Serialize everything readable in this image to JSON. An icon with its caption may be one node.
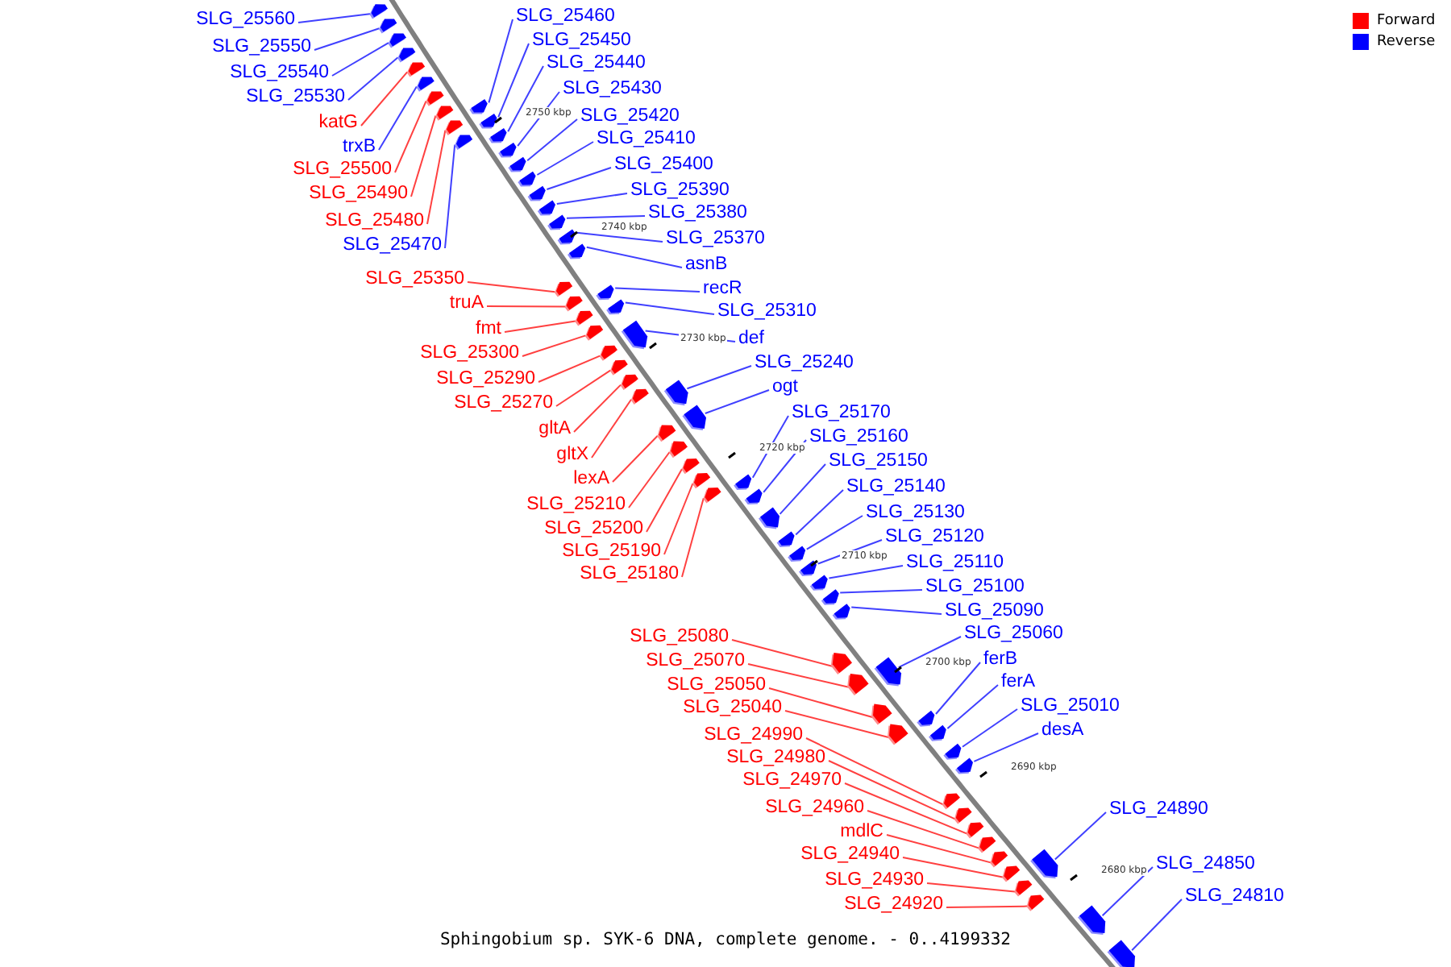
{
  "diagram": {
    "caption": "Sphingobium sp. SYK-6 DNA, complete genome. - 0..4199332",
    "nodes": [
      {
        "text": [
          "SLG_25560"
        ]
      },
      {
        "text": [
          "SLG_25550"
        ]
      },
      {
        "text": [
          "SLG_25540"
        ]
      },
      {
        "text": [
          "SLG_25530"
        ]
      },
      {
        "text": [
          "katG"
        ]
      },
      {
        "text": [
          "trxB"
        ]
      },
      {
        "text": [
          "SLG_25500"
        ]
      },
      {
        "text": [
          "SLG_25490"
        ]
      },
      {
        "text": [
          "SLG_25480"
        ]
      },
      {
        "text": [
          "SLG_25470"
        ]
      },
      {
        "text": [
          "SLG_25350"
        ]
      },
      {
        "text": [
          "truA"
        ]
      },
      {
        "text": [
          "fmt"
        ]
      },
      {
        "text": [
          "SLG_25300"
        ]
      },
      {
        "text": [
          "SLG_25290"
        ]
      },
      {
        "text": [
          "SLG_25270"
        ]
      },
      {
        "text": [
          "gltA"
        ]
      },
      {
        "text": [
          "gltX"
        ]
      },
      {
        "text": [
          "lexA"
        ]
      },
      {
        "text": [
          "SLG_25210"
        ]
      },
      {
        "text": [
          "SLG_25200"
        ]
      },
      {
        "text": [
          "SLG_25190"
        ]
      },
      {
        "text": [
          "SLG_25180"
        ]
      },
      {
        "text": [
          "SLG_25080"
        ]
      },
      {
        "text": [
          "SLG_25070"
        ]
      },
      {
        "text": [
          "SLG_25050"
        ]
      },
      {
        "text": [
          "SLG_25040"
        ]
      },
      {
        "text": [
          "SLG_24990"
        ]
      },
      {
        "text": [
          "SLG_24980"
        ]
      },
      {
        "text": [
          "SLG_24970"
        ]
      },
      {
        "text": [
          "SLG_24960"
        ]
      },
      {
        "text": [
          "mdlC"
        ]
      },
      {
        "text": [
          "SLG_24940"
        ]
      },
      {
        "text": [
          "SLG_24930"
        ]
      },
      {
        "text": [
          "SLG_24920"
        ]
      },
      {
        "text": [
          "SLG_25460"
        ]
      },
      {
        "text": [
          "SLG_25450"
        ]
      },
      {
        "text": [
          "SLG_25440"
        ]
      },
      {
        "text": [
          "SLG_25430"
        ]
      },
      {
        "text": [
          "SLG_25420"
        ]
      },
      {
        "text": [
          "SLG_25410"
        ]
      },
      {
        "text": [
          "SLG_25400"
        ]
      },
      {
        "text": [
          "SLG_25390"
        ]
      },
      {
        "text": [
          "SLG_25380"
        ]
      },
      {
        "text": [
          "SLG_25370"
        ]
      },
      {
        "text": [
          "asnB"
        ]
      },
      {
        "text": [
          "recR"
        ]
      },
      {
        "text": [
          "SLG_25310"
        ]
      },
      {
        "text": [
          "def"
        ]
      },
      {
        "text": [
          "SLG_25240"
        ]
      },
      {
        "text": [
          "ogt"
        ]
      },
      {
        "text": [
          "SLG_25170"
        ]
      },
      {
        "text": [
          "SLG_25160"
        ]
      },
      {
        "text": [
          "SLG_25150"
        ]
      },
      {
        "text": [
          "SLG_25140"
        ]
      },
      {
        "text": [
          "SLG_25130"
        ]
      },
      {
        "text": [
          "SLG_25120"
        ]
      },
      {
        "text": [
          "SLG_25110"
        ]
      },
      {
        "text": [
          "SLG_25100"
        ]
      },
      {
        "text": [
          "SLG_25090"
        ]
      },
      {
        "text": [
          "SLG_25060"
        ]
      },
      {
        "text": [
          "ferB"
        ]
      },
      {
        "text": [
          "ferA"
        ]
      },
      {
        "text": [
          "SLG_25010"
        ]
      },
      {
        "text": [
          "desA"
        ]
      },
      {
        "text": [
          "SLG_24890"
        ]
      },
      {
        "text": [
          "SLG_24850"
        ]
      },
      {
        "text": [
          "SLG_24810"
        ]
      },
      {
        "text": [],
        "shape": "box"
      },
      {
        "text": [],
        "shape": "box"
      },
      {
        "text": [],
        "shape": "box"
      },
      {
        "text": [],
        "shape": "box"
      },
      {
        "text": [],
        "shape": "box"
      },
      {
        "text": [],
        "shape": "box"
      },
      {
        "text": [],
        "shape": "box"
      },
      {
        "text": [],
        "shape": "box"
      },
      {
        "text": [],
        "shape": "box"
      },
      {
        "text": [],
        "shape": "box"
      },
      {
        "text": [],
        "shape": "box"
      },
      {
        "text": [],
        "shape": "box"
      },
      {
        "text": [],
        "shape": "box"
      },
      {
        "text": [],
        "shape": "box"
      },
      {
        "text": [],
        "shape": "box"
      },
      {
        "text": [],
        "shape": "box"
      },
      {
        "text": [],
        "shape": "box"
      },
      {
        "text": [],
        "shape": "box"
      },
      {
        "text": [],
        "shape": "box"
      },
      {
        "text": [],
        "shape": "box"
      },
      {
        "text": [],
        "shape": "box"
      },
      {
        "text": [],
        "shape": "box"
      },
      {
        "text": [],
        "shape": "box"
      },
      {
        "text": [],
        "shape": "box"
      },
      {
        "text": [],
        "shape": "box"
      },
      {
        "text": [],
        "shape": "box"
      },
      {
        "text": [],
        "shape": "box"
      },
      {
        "text": [],
        "shape": "box"
      },
      {
        "text": [],
        "shape": "box"
      },
      {
        "text": [],
        "shape": "box"
      },
      {
        "text": [],
        "shape": "box"
      },
      {
        "text": [],
        "shape": "box"
      },
      {
        "text": [],
        "shape": "box"
      },
      {
        "text": [],
        "shape": "box"
      },
      {
        "text": [],
        "shape": "box"
      },
      {
        "text": [],
        "shape": "box"
      },
      {
        "text": [],
        "shape": "box"
      },
      {
        "text": [],
        "shape": "box"
      },
      {
        "text": [],
        "shape": "box"
      },
      {
        "text": [],
        "shape": "box"
      },
      {
        "text": [],
        "shape": "box"
      },
      {
        "text": [],
        "shape": "box"
      },
      {
        "text": [],
        "shape": "box"
      },
      {
        "text": [],
        "shape": "box"
      },
      {
        "text": [],
        "shape": "box"
      },
      {
        "text": [],
        "shape": "box"
      },
      {
        "text": [],
        "shape": "box"
      },
      {
        "text": [],
        "shape": "box"
      },
      {
        "text": [],
        "shape": "box"
      },
      {
        "text": [],
        "shape": "box"
      },
      {
        "text": [],
        "shape": "box"
      },
      {
        "text": [],
        "shape": "box"
      },
      {
        "text": [],
        "shape": "box"
      },
      {
        "text": [],
        "shape": "box"
      },
      {
        "text": [],
        "shape": "box"
      },
      {
        "text": [],
        "shape": "box"
      },
      {
        "text": [],
        "shape": "box"
      },
      {
        "text": [],
        "shape": "box"
      },
      {
        "text": [],
        "shape": "box"
      },
      {
        "text": [],
        "shape": "box"
      },
      {
        "text": [],
        "shape": "box"
      },
      {
        "text": [],
        "shape": "box"
      },
      {
        "text": [],
        "shape": "box"
      },
      {
        "text": [],
        "shape": "box"
      },
      {
        "text": [],
        "shape": "box"
      },
      {
        "text": [],
        "shape": "box"
      },
      {
        "text": [],
        "shape": "box"
      },
      {
        "text": [],
        "shape": "box"
      }
    ],
    "edges": [
      {
        "from": 0,
        "to": 68,
        "arrow": "none",
        "color": "#0000ff"
      },
      {
        "from": 1,
        "to": 69,
        "arrow": "none",
        "color": "#0000ff"
      },
      {
        "from": 2,
        "to": 70,
        "arrow": "none",
        "color": "#0000ff"
      },
      {
        "from": 3,
        "to": 71,
        "arrow": "none",
        "color": "#0000ff"
      },
      {
        "from": 4,
        "to": 72,
        "arrow": "none",
        "color": "#ff0000"
      },
      {
        "from": 5,
        "to": 73,
        "arrow": "none",
        "color": "#0000ff"
      },
      {
        "from": 6,
        "to": 74,
        "arrow": "none",
        "color": "#ff0000"
      },
      {
        "from": 7,
        "to": 75,
        "arrow": "none",
        "color": "#ff0000"
      },
      {
        "from": 8,
        "to": 76,
        "arrow": "none",
        "color": "#ff0000"
      },
      {
        "from": 9,
        "to": 77,
        "arrow": "none",
        "color": "#0000ff"
      },
      {
        "from": 10,
        "to": 78,
        "arrow": "none",
        "color": "#ff0000"
      },
      {
        "from": 11,
        "to": 79,
        "arrow": "none",
        "color": "#ff0000"
      },
      {
        "from": 12,
        "to": 80,
        "arrow": "none",
        "color": "#ff0000"
      },
      {
        "from": 13,
        "to": 81,
        "arrow": "none",
        "color": "#ff0000"
      },
      {
        "from": 14,
        "to": 82,
        "arrow": "none",
        "color": "#ff0000"
      },
      {
        "from": 15,
        "to": 83,
        "arrow": "none",
        "color": "#ff0000"
      },
      {
        "from": 16,
        "to": 84,
        "arrow": "none",
        "color": "#ff0000"
      },
      {
        "from": 17,
        "to": 85,
        "arrow": "none",
        "color": "#ff0000"
      },
      {
        "from": 18,
        "to": 86,
        "arrow": "none",
        "color": "#ff0000"
      },
      {
        "from": 19,
        "to": 87,
        "arrow": "none",
        "color": "#ff0000"
      },
      {
        "from": 20,
        "to": 88,
        "arrow": "none",
        "color": "#ff0000"
      },
      {
        "from": 21,
        "to": 89,
        "arrow": "none",
        "color": "#ff0000"
      },
      {
        "from": 22,
        "to": 90,
        "arrow": "none",
        "color": "#ff0000"
      },
      {
        "from": 23,
        "to": 91,
        "arrow": "none",
        "color": "#ff0000"
      },
      {
        "from": 24,
        "to": 92,
        "arrow": "none",
        "color": "#ff0000"
      },
      {
        "from": 25,
        "to": 93,
        "arrow": "none",
        "color": "#ff0000"
      },
      {
        "from": 26,
        "to": 94,
        "arrow": "none",
        "color": "#ff0000"
      },
      {
        "from": 27,
        "to": 95,
        "arrow": "none",
        "color": "#ff0000"
      },
      {
        "from": 28,
        "to": 96,
        "arrow": "none",
        "color": "#ff0000"
      },
      {
        "from": 29,
        "to": 97,
        "arrow": "none",
        "color": "#ff0000"
      },
      {
        "from": 30,
        "to": 98,
        "arrow": "none",
        "color": "#ff0000"
      },
      {
        "from": 31,
        "to": 99,
        "arrow": "none",
        "color": "#ff0000"
      },
      {
        "from": 32,
        "to": 100,
        "arrow": "none",
        "color": "#ff0000"
      },
      {
        "from": 33,
        "to": 101,
        "arrow": "none",
        "color": "#ff0000"
      },
      {
        "from": 34,
        "to": 102,
        "arrow": "none",
        "color": "#ff0000"
      },
      {
        "from": 35,
        "to": 103,
        "arrow": "none",
        "color": "#0000ff"
      },
      {
        "from": 36,
        "to": 104,
        "arrow": "none",
        "color": "#0000ff"
      },
      {
        "from": 37,
        "to": 105,
        "arrow": "none",
        "color": "#0000ff"
      },
      {
        "from": 38,
        "to": 106,
        "arrow": "none",
        "color": "#0000ff"
      },
      {
        "from": 39,
        "to": 107,
        "arrow": "none",
        "color": "#0000ff"
      },
      {
        "from": 40,
        "to": 108,
        "arrow": "none",
        "color": "#0000ff"
      },
      {
        "from": 41,
        "to": 109,
        "arrow": "none",
        "color": "#0000ff"
      },
      {
        "from": 42,
        "to": 110,
        "arrow": "none",
        "color": "#0000ff"
      },
      {
        "from": 43,
        "to": 111,
        "arrow": "none",
        "color": "#0000ff"
      },
      {
        "from": 44,
        "to": 112,
        "arrow": "none",
        "color": "#0000ff"
      },
      {
        "from": 45,
        "to": 113,
        "arrow": "none",
        "color": "#0000ff"
      },
      {
        "from": 46,
        "to": 114,
        "arrow": "none",
        "color": "#0000ff"
      },
      {
        "from": 47,
        "to": 115,
        "arrow": "none",
        "color": "#0000ff"
      },
      {
        "from": 48,
        "to": 116,
        "arrow": "none",
        "color": "#0000ff"
      },
      {
        "from": 49,
        "to": 117,
        "arrow": "none",
        "color": "#0000ff"
      },
      {
        "from": 50,
        "to": 118,
        "arrow": "none",
        "color": "#0000ff"
      },
      {
        "from": 51,
        "to": 119,
        "arrow": "none",
        "color": "#0000ff"
      },
      {
        "from": 52,
        "to": 120,
        "arrow": "none",
        "color": "#0000ff"
      },
      {
        "from": 53,
        "to": 121,
        "arrow": "none",
        "color": "#0000ff"
      },
      {
        "from": 54,
        "to": 122,
        "arrow": "none",
        "color": "#0000ff"
      },
      {
        "from": 55,
        "to": 123,
        "arrow": "none",
        "color": "#0000ff"
      },
      {
        "from": 56,
        "to": 124,
        "arrow": "none",
        "color": "#0000ff"
      },
      {
        "from": 57,
        "to": 125,
        "arrow": "none",
        "color": "#0000ff"
      },
      {
        "from": 58,
        "to": 126,
        "arrow": "none",
        "color": "#0000ff"
      },
      {
        "from": 59,
        "to": 127,
        "arrow": "none",
        "color": "#0000ff"
      },
      {
        "from": 60,
        "to": 128,
        "arrow": "none",
        "color": "#0000ff"
      },
      {
        "from": 61,
        "to": 129,
        "arrow": "none",
        "color": "#0000ff"
      },
      {
        "from": 62,
        "to": 130,
        "arrow": "none",
        "color": "#0000ff"
      },
      {
        "from": 63,
        "to": 131,
        "arrow": "none",
        "color": "#0000ff"
      },
      {
        "from": 64,
        "to": 132,
        "arrow": "none",
        "color": "#0000ff"
      },
      {
        "from": 65,
        "to": 133,
        "arrow": "none",
        "color": "#0000ff"
      },
      {
        "from": 66,
        "to": 134,
        "arrow": "none",
        "color": "#0000ff"
      },
      {
        "from": 67,
        "to": 135,
        "arrow": "none",
        "color": "#0000ff"
      }
    ],
    "labels": [
      "2750 kbp",
      "2740 kbp",
      "2730 kbp",
      "2720 kbp",
      "2710 kbp",
      "2700 kbp",
      "2690 kbp",
      "2680 kbp"
    ],
    "legend": [
      {
        "text": "Forward",
        "color": "#ff0000"
      },
      {
        "text": "Reverse",
        "color": "#0000ff"
      }
    ]
  }
}
